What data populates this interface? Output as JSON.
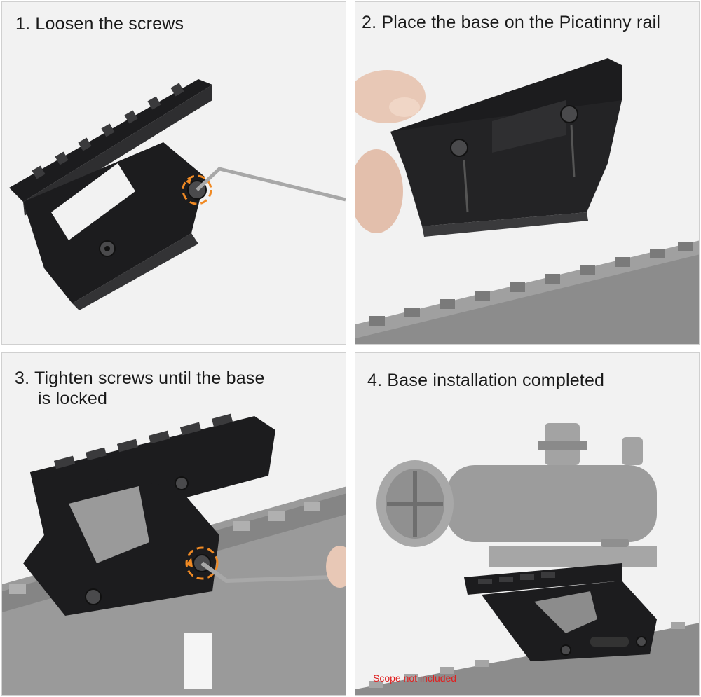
{
  "steps": [
    {
      "number": "1.",
      "text": "Loosen the screws"
    },
    {
      "number": "2.",
      "text": "Place the base on the Picatinny rail"
    },
    {
      "number": "3.",
      "text": "Tighten screws until the base",
      "text_line2": "is locked"
    },
    {
      "number": "4.",
      "text": "Base installation completed"
    }
  ],
  "note": {
    "text": "Scope not included",
    "color": "#e02020"
  },
  "colors": {
    "mount": "#1c1c1e",
    "mount_highlight": "#3a3a3c",
    "rail_gray": "#8c8c8c",
    "scope_gray": "#9c9c9c",
    "arrow_orange": "#f08a24",
    "hand": "#e8c8b6",
    "wrench": "#a8a8a8"
  },
  "icons": [
    "hex-key-icon",
    "rotate-arrow-icon",
    "screw-icon",
    "scope-icon",
    "picatinny-rail-icon",
    "hand-icon"
  ]
}
